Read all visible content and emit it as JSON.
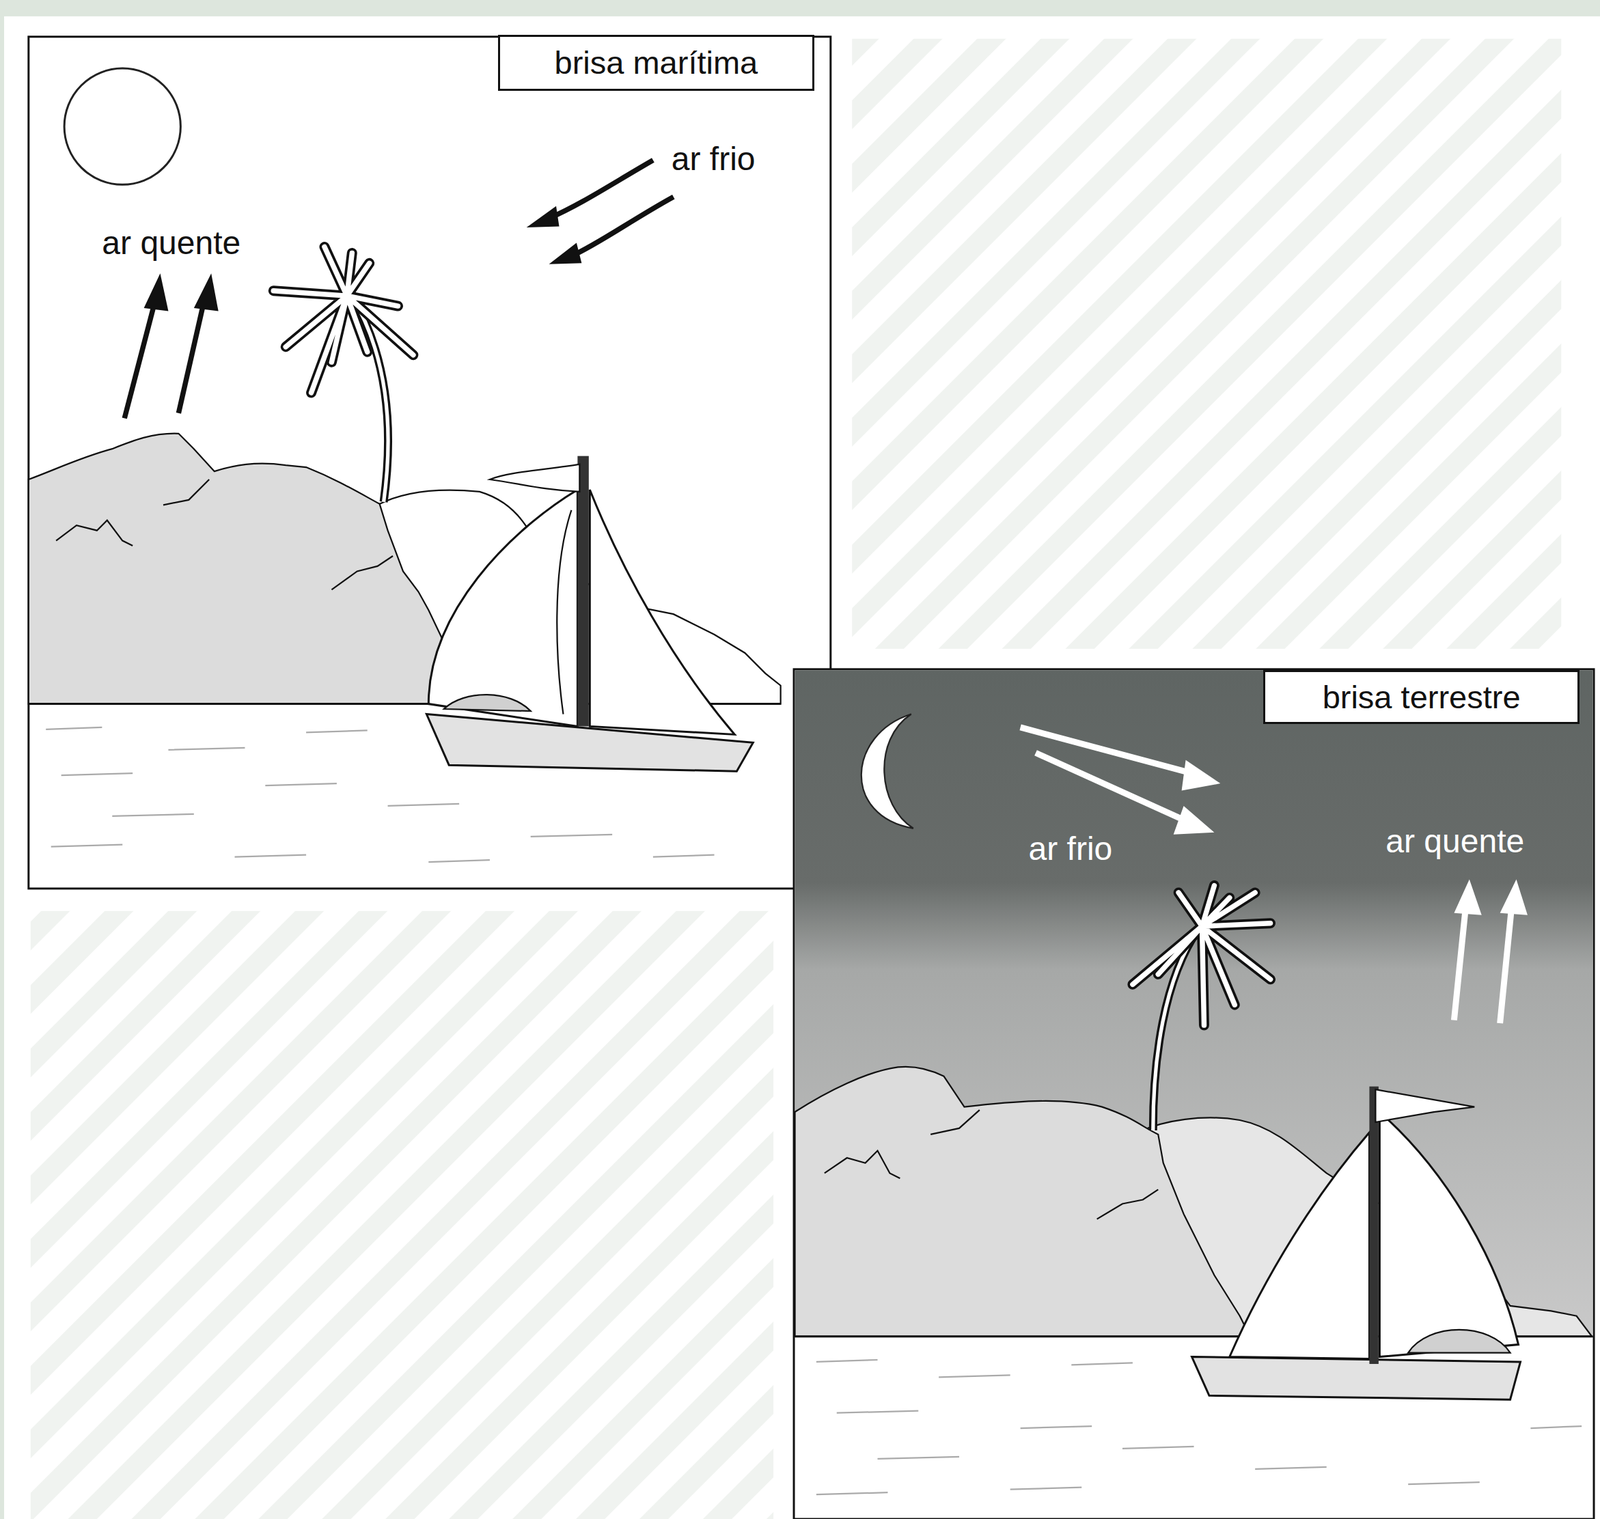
{
  "diagram": {
    "nodes": [
      {
        "text": [
          "brisa marítima"
        ]
      },
      {
        "text": [
          "brisa terrestre"
        ]
      }
    ],
    "labels": [
      "ar frio",
      "ar quente",
      "ar frio",
      "ar quente"
    ]
  }
}
